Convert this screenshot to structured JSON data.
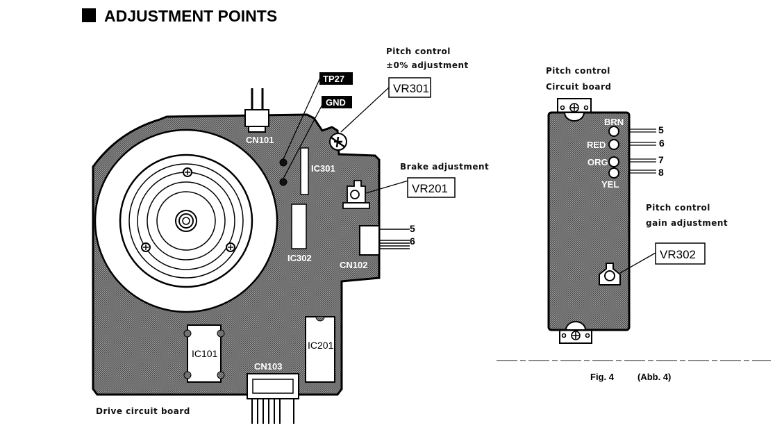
{
  "title": "ADJUSTMENT POINTS",
  "drive_board": {
    "caption": "Drive circuit board",
    "components": {
      "cn101": "CN101",
      "cn102": "CN102",
      "cn103": "CN103",
      "ic301": "IC301",
      "ic302": "IC302",
      "ic101": "IC101",
      "ic201": "IC201"
    },
    "test_points": {
      "tp27": "TP27",
      "gnd": "GND"
    },
    "cn102_pins": [
      "5",
      "6"
    ],
    "callouts": {
      "pitch_line1": "Pitch control",
      "pitch_line2": "±0% adjustment",
      "vr301": "VR301",
      "brake": "Brake adjustment",
      "vr201": "VR201"
    }
  },
  "pitch_board": {
    "caption_line1": "Pitch control",
    "caption_line2": "Circuit board",
    "wires": [
      {
        "color": "BRN",
        "pin": "5"
      },
      {
        "color": "RED",
        "pin": "6"
      },
      {
        "color": "ORG",
        "pin": "7"
      },
      {
        "color": "YEL",
        "pin": "8"
      }
    ],
    "callouts": {
      "gain_line1": "Pitch control",
      "gain_line2": "gain adjustment",
      "vr302": "VR302"
    }
  },
  "figure": {
    "label": "Fig. 4",
    "alt_label": "(Abb. 4)"
  }
}
